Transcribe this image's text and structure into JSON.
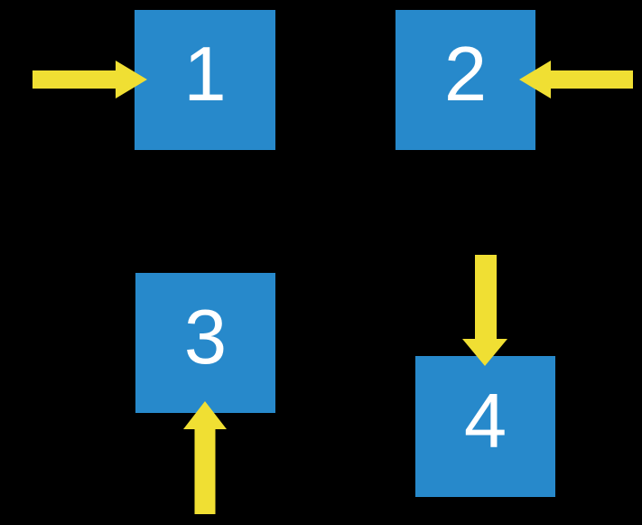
{
  "colors": {
    "background": "#000000",
    "square": "#2789cb",
    "arrow": "#f0df33",
    "label": "#ffffff"
  },
  "diagram": {
    "nodes": [
      {
        "label": "1",
        "arrow_direction": "right"
      },
      {
        "label": "2",
        "arrow_direction": "left"
      },
      {
        "label": "3",
        "arrow_direction": "up"
      },
      {
        "label": "4",
        "arrow_direction": "down"
      }
    ]
  }
}
